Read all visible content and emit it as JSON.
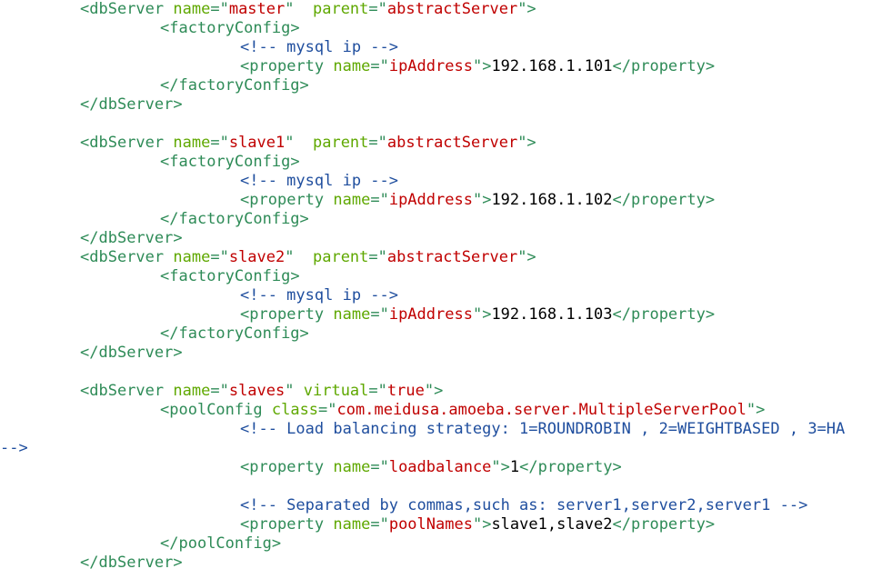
{
  "editor": {
    "colors": {
      "tag": "#2e8b57",
      "attribute": "#5fa800",
      "value": "#c00000",
      "comment": "#1f4e9e",
      "text": "#000000",
      "background": "#ffffff"
    },
    "lines": [
      {
        "indent": 8,
        "tokens": [
          {
            "k": "pun",
            "t": "<"
          },
          {
            "k": "tag",
            "t": "dbServer"
          },
          {
            "k": "txt",
            "t": " "
          },
          {
            "k": "attr",
            "t": "name"
          },
          {
            "k": "pun",
            "t": "=\""
          },
          {
            "k": "val",
            "t": "master"
          },
          {
            "k": "pun",
            "t": "\""
          },
          {
            "k": "txt",
            "t": "  "
          },
          {
            "k": "attr",
            "t": "parent"
          },
          {
            "k": "pun",
            "t": "=\""
          },
          {
            "k": "val",
            "t": "abstractServer"
          },
          {
            "k": "pun",
            "t": "\">"
          }
        ]
      },
      {
        "indent": 16,
        "tokens": [
          {
            "k": "pun",
            "t": "<"
          },
          {
            "k": "tag",
            "t": "factoryConfig"
          },
          {
            "k": "pun",
            "t": ">"
          }
        ]
      },
      {
        "indent": 24,
        "tokens": [
          {
            "k": "com",
            "t": "<!-- mysql ip -->"
          }
        ]
      },
      {
        "indent": 24,
        "tokens": [
          {
            "k": "pun",
            "t": "<"
          },
          {
            "k": "tag",
            "t": "property"
          },
          {
            "k": "txt",
            "t": " "
          },
          {
            "k": "attr",
            "t": "name"
          },
          {
            "k": "pun",
            "t": "=\""
          },
          {
            "k": "val",
            "t": "ipAddress"
          },
          {
            "k": "pun",
            "t": "\">"
          },
          {
            "k": "txt",
            "t": "192.168.1.101"
          },
          {
            "k": "pun",
            "t": "</"
          },
          {
            "k": "tag",
            "t": "property"
          },
          {
            "k": "pun",
            "t": ">"
          }
        ]
      },
      {
        "indent": 16,
        "tokens": [
          {
            "k": "pun",
            "t": "</"
          },
          {
            "k": "tag",
            "t": "factoryConfig"
          },
          {
            "k": "pun",
            "t": ">"
          }
        ]
      },
      {
        "indent": 8,
        "tokens": [
          {
            "k": "pun",
            "t": "</"
          },
          {
            "k": "tag",
            "t": "dbServer"
          },
          {
            "k": "pun",
            "t": ">"
          }
        ]
      },
      {
        "indent": 0,
        "tokens": []
      },
      {
        "indent": 8,
        "tokens": [
          {
            "k": "pun",
            "t": "<"
          },
          {
            "k": "tag",
            "t": "dbServer"
          },
          {
            "k": "txt",
            "t": " "
          },
          {
            "k": "attr",
            "t": "name"
          },
          {
            "k": "pun",
            "t": "=\""
          },
          {
            "k": "val",
            "t": "slave1"
          },
          {
            "k": "pun",
            "t": "\""
          },
          {
            "k": "txt",
            "t": "  "
          },
          {
            "k": "attr",
            "t": "parent"
          },
          {
            "k": "pun",
            "t": "=\""
          },
          {
            "k": "val",
            "t": "abstractServer"
          },
          {
            "k": "pun",
            "t": "\">"
          }
        ]
      },
      {
        "indent": 16,
        "tokens": [
          {
            "k": "pun",
            "t": "<"
          },
          {
            "k": "tag",
            "t": "factoryConfig"
          },
          {
            "k": "pun",
            "t": ">"
          }
        ]
      },
      {
        "indent": 24,
        "tokens": [
          {
            "k": "com",
            "t": "<!-- mysql ip -->"
          }
        ]
      },
      {
        "indent": 24,
        "tokens": [
          {
            "k": "pun",
            "t": "<"
          },
          {
            "k": "tag",
            "t": "property"
          },
          {
            "k": "txt",
            "t": " "
          },
          {
            "k": "attr",
            "t": "name"
          },
          {
            "k": "pun",
            "t": "=\""
          },
          {
            "k": "val",
            "t": "ipAddress"
          },
          {
            "k": "pun",
            "t": "\">"
          },
          {
            "k": "txt",
            "t": "192.168.1.102"
          },
          {
            "k": "pun",
            "t": "</"
          },
          {
            "k": "tag",
            "t": "property"
          },
          {
            "k": "pun",
            "t": ">"
          }
        ]
      },
      {
        "indent": 16,
        "tokens": [
          {
            "k": "pun",
            "t": "</"
          },
          {
            "k": "tag",
            "t": "factoryConfig"
          },
          {
            "k": "pun",
            "t": ">"
          }
        ]
      },
      {
        "indent": 8,
        "tokens": [
          {
            "k": "pun",
            "t": "</"
          },
          {
            "k": "tag",
            "t": "dbServer"
          },
          {
            "k": "pun",
            "t": ">"
          }
        ]
      },
      {
        "indent": 8,
        "tokens": [
          {
            "k": "pun",
            "t": "<"
          },
          {
            "k": "tag",
            "t": "dbServer"
          },
          {
            "k": "txt",
            "t": " "
          },
          {
            "k": "attr",
            "t": "name"
          },
          {
            "k": "pun",
            "t": "=\""
          },
          {
            "k": "val",
            "t": "slave2"
          },
          {
            "k": "pun",
            "t": "\""
          },
          {
            "k": "txt",
            "t": "  "
          },
          {
            "k": "attr",
            "t": "parent"
          },
          {
            "k": "pun",
            "t": "=\""
          },
          {
            "k": "val",
            "t": "abstractServer"
          },
          {
            "k": "pun",
            "t": "\">"
          }
        ]
      },
      {
        "indent": 16,
        "tokens": [
          {
            "k": "pun",
            "t": "<"
          },
          {
            "k": "tag",
            "t": "factoryConfig"
          },
          {
            "k": "pun",
            "t": ">"
          }
        ]
      },
      {
        "indent": 24,
        "tokens": [
          {
            "k": "com",
            "t": "<!-- mysql ip -->"
          }
        ]
      },
      {
        "indent": 24,
        "tokens": [
          {
            "k": "pun",
            "t": "<"
          },
          {
            "k": "tag",
            "t": "property"
          },
          {
            "k": "txt",
            "t": " "
          },
          {
            "k": "attr",
            "t": "name"
          },
          {
            "k": "pun",
            "t": "=\""
          },
          {
            "k": "val",
            "t": "ipAddress"
          },
          {
            "k": "pun",
            "t": "\">"
          },
          {
            "k": "txt",
            "t": "192.168.1.103"
          },
          {
            "k": "pun",
            "t": "</"
          },
          {
            "k": "tag",
            "t": "property"
          },
          {
            "k": "pun",
            "t": ">"
          }
        ]
      },
      {
        "indent": 16,
        "tokens": [
          {
            "k": "pun",
            "t": "</"
          },
          {
            "k": "tag",
            "t": "factoryConfig"
          },
          {
            "k": "pun",
            "t": ">"
          }
        ]
      },
      {
        "indent": 8,
        "tokens": [
          {
            "k": "pun",
            "t": "</"
          },
          {
            "k": "tag",
            "t": "dbServer"
          },
          {
            "k": "pun",
            "t": ">"
          }
        ]
      },
      {
        "indent": 0,
        "tokens": []
      },
      {
        "indent": 8,
        "tokens": [
          {
            "k": "pun",
            "t": "<"
          },
          {
            "k": "tag",
            "t": "dbServer"
          },
          {
            "k": "txt",
            "t": " "
          },
          {
            "k": "attr",
            "t": "name"
          },
          {
            "k": "pun",
            "t": "=\""
          },
          {
            "k": "val",
            "t": "slaves"
          },
          {
            "k": "pun",
            "t": "\""
          },
          {
            "k": "txt",
            "t": " "
          },
          {
            "k": "attr",
            "t": "virtual"
          },
          {
            "k": "pun",
            "t": "=\""
          },
          {
            "k": "val",
            "t": "true"
          },
          {
            "k": "pun",
            "t": "\">"
          }
        ]
      },
      {
        "indent": 16,
        "tokens": [
          {
            "k": "pun",
            "t": "<"
          },
          {
            "k": "tag",
            "t": "poolConfig"
          },
          {
            "k": "txt",
            "t": " "
          },
          {
            "k": "attr",
            "t": "class"
          },
          {
            "k": "pun",
            "t": "=\""
          },
          {
            "k": "val",
            "t": "com.meidusa.amoeba.server.MultipleServerPool"
          },
          {
            "k": "pun",
            "t": "\">"
          }
        ]
      },
      {
        "indent": 24,
        "tokens": [
          {
            "k": "com",
            "t": "<!-- Load balancing strategy: 1=ROUNDROBIN , 2=WEIGHTBASED , 3=HA"
          }
        ]
      },
      {
        "indent": 0,
        "tokens": [
          {
            "k": "com",
            "t": "-->"
          }
        ]
      },
      {
        "indent": 24,
        "tokens": [
          {
            "k": "pun",
            "t": "<"
          },
          {
            "k": "tag",
            "t": "property"
          },
          {
            "k": "txt",
            "t": " "
          },
          {
            "k": "attr",
            "t": "name"
          },
          {
            "k": "pun",
            "t": "=\""
          },
          {
            "k": "val",
            "t": "loadbalance"
          },
          {
            "k": "pun",
            "t": "\">"
          },
          {
            "k": "txt",
            "t": "1"
          },
          {
            "k": "pun",
            "t": "</"
          },
          {
            "k": "tag",
            "t": "property"
          },
          {
            "k": "pun",
            "t": ">"
          }
        ]
      },
      {
        "indent": 0,
        "tokens": []
      },
      {
        "indent": 24,
        "tokens": [
          {
            "k": "com",
            "t": "<!-- Separated by commas,such as: server1,server2,server1 -->"
          }
        ]
      },
      {
        "indent": 24,
        "tokens": [
          {
            "k": "pun",
            "t": "<"
          },
          {
            "k": "tag",
            "t": "property"
          },
          {
            "k": "txt",
            "t": " "
          },
          {
            "k": "attr",
            "t": "name"
          },
          {
            "k": "pun",
            "t": "=\""
          },
          {
            "k": "val",
            "t": "poolNames"
          },
          {
            "k": "pun",
            "t": "\">"
          },
          {
            "k": "txt",
            "t": "slave1,slave2"
          },
          {
            "k": "pun",
            "t": "</"
          },
          {
            "k": "tag",
            "t": "property"
          },
          {
            "k": "pun",
            "t": ">"
          }
        ]
      },
      {
        "indent": 16,
        "tokens": [
          {
            "k": "pun",
            "t": "</"
          },
          {
            "k": "tag",
            "t": "poolConfig"
          },
          {
            "k": "pun",
            "t": ">"
          }
        ]
      },
      {
        "indent": 8,
        "tokens": [
          {
            "k": "pun",
            "t": "</"
          },
          {
            "k": "tag",
            "t": "dbServer"
          },
          {
            "k": "pun",
            "t": ">"
          }
        ]
      }
    ]
  }
}
